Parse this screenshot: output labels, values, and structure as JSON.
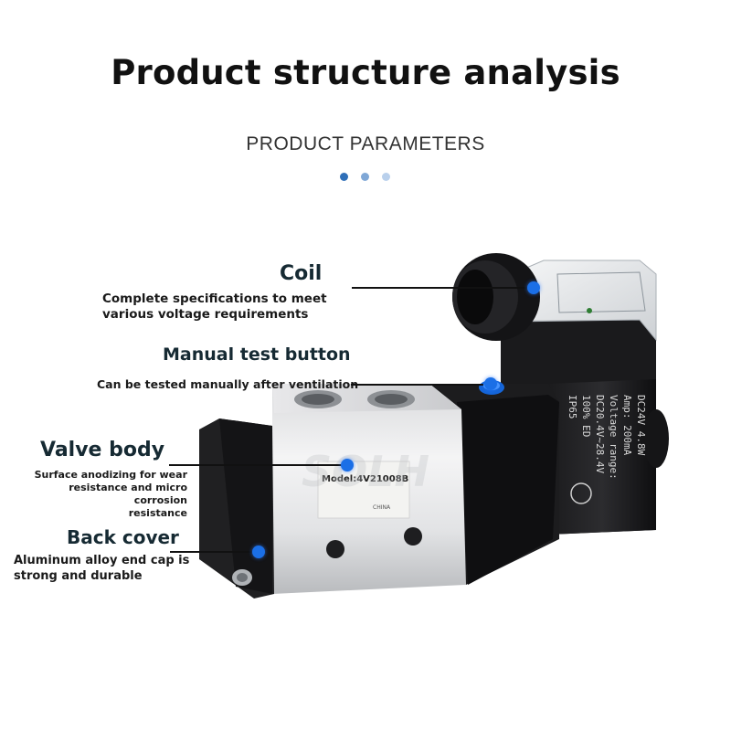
{
  "header": {
    "title": "Product structure analysis",
    "subtitle": "PRODUCT PARAMETERS"
  },
  "colors": {
    "accent_dot": "#1b6fe6",
    "dot_1": "#2f6fb8",
    "dot_2": "#7fa7d6",
    "dot_3": "#b9d0ec",
    "text_dark": "#162a33"
  },
  "callouts": {
    "coil": {
      "label": "Coil",
      "desc_1": "Complete specifications to meet",
      "desc_2": "various voltage requirements"
    },
    "manual": {
      "label": "Manual test button",
      "desc": "Can be tested manually after ventilation"
    },
    "valve_body": {
      "label": "Valve body",
      "desc_1": "Surface anodizing for wear",
      "desc_2": "resistance and micro corrosion",
      "desc_3": "resistance"
    },
    "back_cover": {
      "label": "Back cover",
      "desc_1": "Aluminum alloy end cap is",
      "desc_2": "strong and durable"
    }
  },
  "product": {
    "coil_face": [
      "DC24V 4.8W",
      "Amp: 200mA",
      "Voltage range:",
      "DC20.4V~28.4V",
      "100% ED",
      "IP65"
    ],
    "model": "Model:4V21008B",
    "origin": "CHINA",
    "watermark": "SOLH"
  }
}
